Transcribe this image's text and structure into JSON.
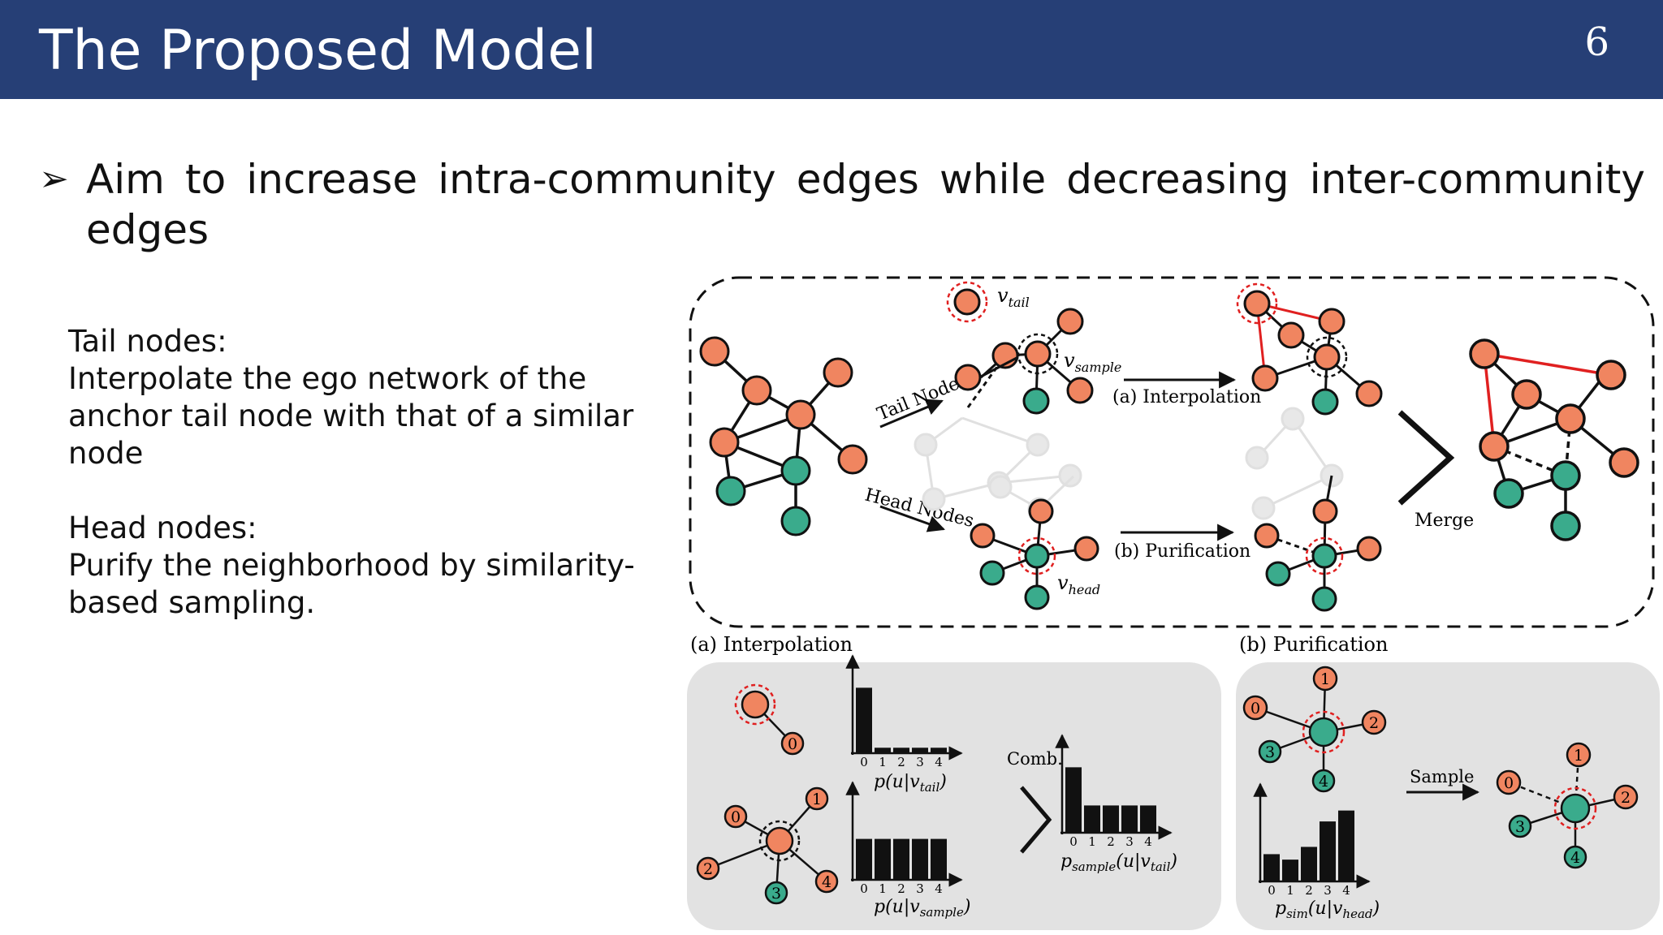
{
  "slide": {
    "title": "The Proposed Model",
    "page_number": "6",
    "bullet": "Aim to increase intra-community edges while decreasing inter-community edges"
  },
  "notes": {
    "tail_heading": "Tail nodes:",
    "tail_text": "Interpolate the ego network of the anchor tail node with that of a similar node",
    "head_heading": "Head nodes:",
    "head_text": "Purify the neighborhood by similarity-based sampling."
  },
  "figure": {
    "colors": {
      "orange": "#f08560",
      "teal": "#3aab8c",
      "red": "#e02020",
      "gray_node": "#e4e4e4",
      "panel": "#e2e2e2"
    },
    "labels": {
      "v_tail": "v",
      "v_tail_sub": "tail",
      "v_sample": "v",
      "v_sample_sub": "sample",
      "v_head": "v",
      "v_head_sub": "head",
      "tail_nodes": "Tail Nodes",
      "head_nodes": "Head Nodes",
      "interpolation_arrow": "(a) Interpolation",
      "purification_arrow": "(b) Purification",
      "merge": "Merge",
      "section_a": "(a) Interpolation",
      "section_b": "(b) Purification",
      "comb": "Comb.",
      "sample": "Sample",
      "p_tail": "p(u|v",
      "p_tail_sub": "tail",
      "p_sample": "p(u|v",
      "p_sample_sub": "sample",
      "p_combined": "(u|v",
      "p_combined_pre": "p",
      "p_combined_pre_sub": "sample",
      "p_combined_sub": "tail",
      "p_sim_pre": "p",
      "p_sim_pre_sub": "sim",
      "p_sim": "(u|v",
      "p_sim_sub": "head",
      "close_paren": ")",
      "tick_0": "0",
      "tick_1": "1",
      "tick_2": "2",
      "tick_3": "3",
      "tick_4": "4"
    },
    "histograms": {
      "p_u_v_tail": [
        0.72,
        0.06,
        0.06,
        0.06,
        0.06
      ],
      "p_u_v_sample": [
        0.45,
        0.45,
        0.45,
        0.45,
        0.45
      ],
      "p_sample_u_v_tail": [
        0.72,
        0.3,
        0.3,
        0.3,
        0.3
      ],
      "p_sim_u_v_head": [
        0.3,
        0.24,
        0.38,
        0.66,
        0.78
      ]
    }
  }
}
